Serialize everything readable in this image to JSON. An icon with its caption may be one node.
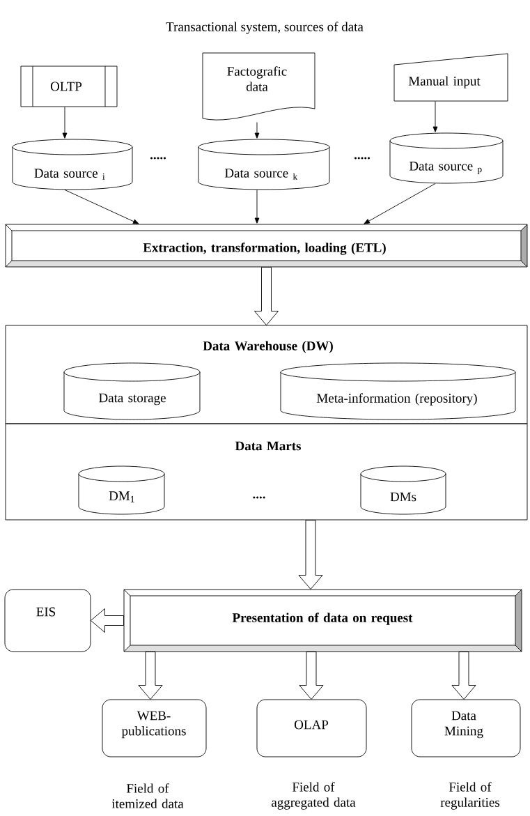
{
  "diagram": {
    "title": "Transactional system, sources of data",
    "nodes": [
      {
        "text": [
          "OLTP"
        ]
      },
      {
        "text": [
          "Factografic data"
        ]
      },
      {
        "text": [
          "Manual input"
        ]
      },
      {
        "text": [
          "Data source $_{i}$"
        ]
      },
      {
        "text": [
          "Data source $_{k}$"
        ]
      },
      {
        "text": [
          "Data source $_{p}$"
        ]
      },
      {
        "text": [
          "Extraction, transformation, loading (ETL)"
        ]
      },
      {
        "text": [
          "Data Warehouse (DW)"
        ]
      },
      {
        "text": [
          "Data storage"
        ],
        "in": 7
      },
      {
        "text": [
          "Meta-information (repository)"
        ],
        "in": 7
      },
      {
        "text": [
          "Data Marts"
        ]
      },
      {
        "text": [
          "DM$_{1}$"
        ],
        "in": 10
      },
      {
        "text": [
          "DMs"
        ],
        "in": 10
      },
      {
        "text": [
          "Presentation of data on request"
        ]
      },
      {
        "text": [
          "EIS"
        ]
      },
      {
        "text": [
          "WEB-publications"
        ],
        "beside": [
          "Field of itemized data"
        ]
      },
      {
        "text": [
          "OLAP"
        ],
        "beside": [
          "Field of aggregated data"
        ]
      },
      {
        "text": [
          "Data Mining"
        ],
        "beside": [
          "Field of regularities"
        ]
      }
    ],
    "edges": [
      {
        "from": 0,
        "to": 3,
        "arrow": "to"
      },
      {
        "from": 1,
        "to": 4,
        "arrow": "to"
      },
      {
        "from": 2,
        "to": 5,
        "arrow": "to"
      },
      {
        "from": 3,
        "to": 6,
        "arrow": "to"
      },
      {
        "from": 4,
        "to": 6,
        "arrow": "to"
      },
      {
        "from": 5,
        "to": 6,
        "arrow": "to"
      },
      {
        "from": 6,
        "to": 7,
        "arrow": "to",
        "style": "thick"
      },
      {
        "from": 10,
        "to": 13,
        "arrow": "to",
        "style": "thick"
      },
      {
        "from": 13,
        "to": 14,
        "arrow": "to",
        "style": "thick"
      },
      {
        "from": 13,
        "to": 15,
        "arrow": "to",
        "style": "thick"
      },
      {
        "from": 13,
        "to": 16,
        "arrow": "to",
        "style": "thick"
      },
      {
        "from": 13,
        "to": 17,
        "arrow": "to",
        "style": "thick"
      }
    ],
    "labels": [
      ".....",
      ".....",
      "...."
    ]
  }
}
